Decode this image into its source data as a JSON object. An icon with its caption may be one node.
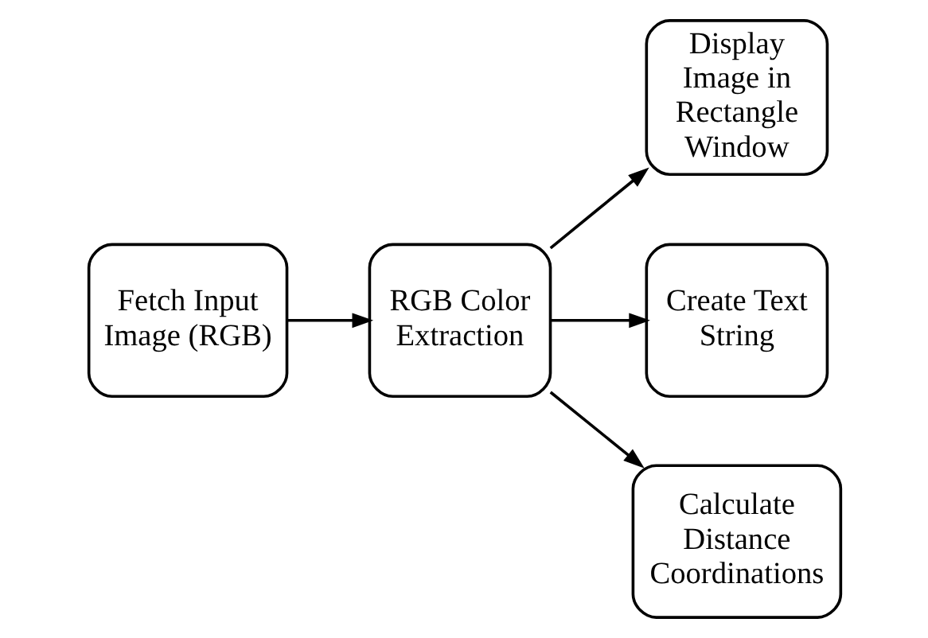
{
  "diagram": {
    "nodes": [
      {
        "text": [
          "Fetch Input Image (RGB)"
        ]
      },
      {
        "text": [
          "RGB Color Extraction"
        ]
      },
      {
        "text": [
          "Display Image in Rectangle Window"
        ]
      },
      {
        "text": [
          "Create Text String"
        ]
      },
      {
        "text": [
          "Calculate Distance Coordinations"
        ]
      }
    ],
    "edges": [
      {
        "from": 0,
        "to": 1,
        "arrow": "to"
      },
      {
        "from": 1,
        "to": 2,
        "arrow": "to"
      },
      {
        "from": 1,
        "to": 3,
        "arrow": "to"
      },
      {
        "from": 1,
        "to": 4,
        "arrow": "to"
      }
    ]
  }
}
